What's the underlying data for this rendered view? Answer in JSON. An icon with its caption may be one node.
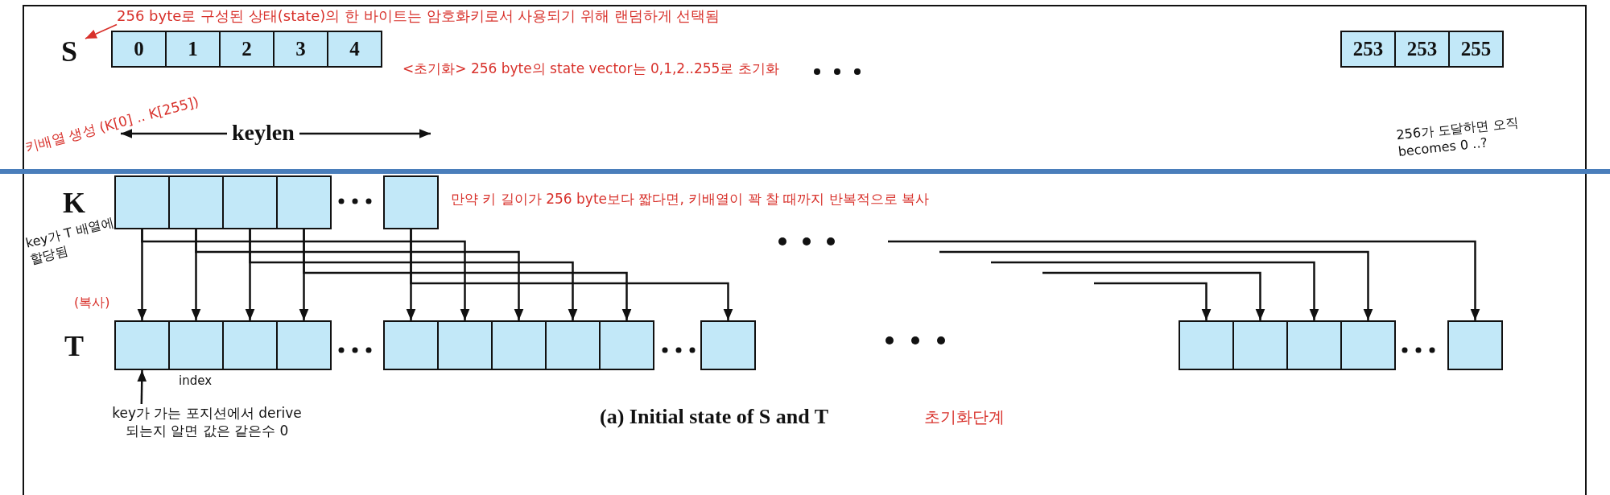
{
  "diagram": {
    "caption": "(a) Initial state of S and T",
    "nodes": [
      {
        "text": [
          "256 byte로 구성된 상태(state)의 한 바이트는 암호화키로서 사용되기 위해 랜덤하게 선택됨"
        ]
      },
      {
        "text": [
          "S"
        ]
      },
      {
        "text": [
          "0"
        ]
      },
      {
        "text": [
          "1"
        ]
      },
      {
        "text": [
          "2"
        ]
      },
      {
        "text": [
          "3"
        ]
      },
      {
        "text": [
          "4"
        ]
      },
      {
        "text": [
          "253"
        ]
      },
      {
        "text": [
          "253"
        ]
      },
      {
        "text": [
          "255"
        ]
      },
      {
        "text": [],
        "shape": "box"
      },
      {
        "text": [],
        "shape": "box"
      },
      {
        "text": [],
        "shape": "box"
      },
      {
        "text": [],
        "shape": "box"
      },
      {
        "text": [],
        "shape": "box"
      },
      {
        "text": [],
        "shape": "box"
      },
      {
        "text": [],
        "shape": "box"
      },
      {
        "text": [],
        "shape": "box"
      },
      {
        "text": [],
        "shape": "box"
      },
      {
        "text": [],
        "shape": "box"
      },
      {
        "text": [],
        "shape": "box"
      },
      {
        "text": [],
        "shape": "box"
      },
      {
        "text": [],
        "shape": "box"
      },
      {
        "text": [],
        "shape": "box"
      },
      {
        "text": [],
        "shape": "box"
      },
      {
        "text": [],
        "shape": "box"
      },
      {
        "text": [],
        "shape": "box"
      },
      {
        "text": [],
        "shape": "box"
      },
      {
        "text": [],
        "shape": "box"
      },
      {
        "text": [],
        "shape": "box"
      },
      {
        "text": [
          "key가 가는 포지션에서 derive 되는지 알면 값은 같은수 0"
        ]
      }
    ],
    "edges": [
      {
        "from": 10,
        "to": 15,
        "arrow": "to"
      },
      {
        "from": 11,
        "to": 16,
        "arrow": "to"
      },
      {
        "from": 12,
        "to": 17,
        "arrow": "to"
      },
      {
        "from": 13,
        "to": 18,
        "arrow": "to"
      },
      {
        "from": 14,
        "to": 19,
        "arrow": "to"
      },
      {
        "from": 10,
        "to": 20,
        "arrow": "to"
      },
      {
        "from": 11,
        "to": 21,
        "arrow": "to"
      },
      {
        "from": 12,
        "to": 22,
        "arrow": "to"
      },
      {
        "from": 13,
        "to": 23,
        "arrow": "to"
      },
      {
        "from": 14,
        "to": 24,
        "arrow": "to"
      },
      {
        "from": null,
        "to": 25,
        "arrow": "to"
      },
      {
        "from": null,
        "to": 26,
        "arrow": "to"
      },
      {
        "from": null,
        "to": 27,
        "arrow": "to"
      },
      {
        "from": null,
        "to": 28,
        "arrow": "to"
      },
      {
        "from": null,
        "to": 29,
        "arrow": "to"
      },
      {
        "from": 0,
        "to": 1,
        "arrow": "to",
        "color": "#d8312b"
      },
      {
        "from": 30,
        "to": 15,
        "arrow": "to"
      }
    ],
    "labels": [
      "<초기화> 256 byte의 state vector는 0,1,2..255로 초기화",
      "키배열 생성 (K[0] .. K[255])",
      "keylen",
      "256가 도달하면 오직 becomes 0 ..?",
      "K",
      "만약 키 길이가 256 byte보다 짧다면, 키배열이 꽉 찰 때까지 반복적으로 복사",
      "key가 T 배열에 할당됨",
      "(복사)",
      "T",
      "index",
      "초기화단계"
    ]
  }
}
